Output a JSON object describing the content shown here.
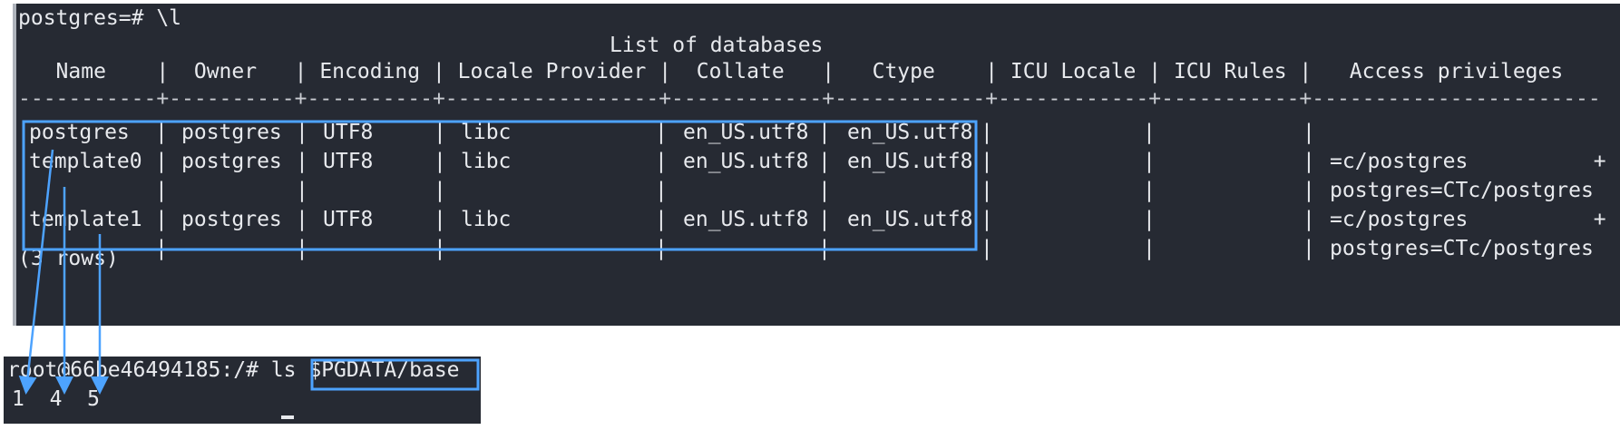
{
  "top_terminal": {
    "prompt_line": "postgres=# \\l",
    "caption": "List of databases",
    "header_line": "   Name    |  Owner   | Encoding | Locale Provider |  Collate   |   Ctype    | ICU Locale | ICU Rules |   Access privileges",
    "separator_line": "-----------+----------+----------+-----------------+------------+------------+------------+-----------+-----------------------",
    "rows": [
      {
        "name": "postgres",
        "owner": "postgres",
        "encoding": "UTF8",
        "provider": "libc",
        "collate": "en_US.utf8",
        "ctype": "en_US.utf8",
        "privileges": ""
      },
      {
        "name": "template0",
        "owner": "postgres",
        "encoding": "UTF8",
        "provider": "libc",
        "collate": "en_US.utf8",
        "ctype": "en_US.utf8",
        "privileges": "=c/postgres          +"
      },
      {
        "name": "",
        "owner": "",
        "encoding": "",
        "provider": "",
        "collate": "",
        "ctype": "",
        "privileges": "postgres=CTc/postgres"
      },
      {
        "name": "template1",
        "owner": "postgres",
        "encoding": "UTF8",
        "provider": "libc",
        "collate": "en_US.utf8",
        "ctype": "en_US.utf8",
        "privileges": "=c/postgres          +"
      },
      {
        "name": "",
        "owner": "",
        "encoding": "",
        "provider": "",
        "collate": "",
        "ctype": "",
        "privileges": "postgres=CTc/postgres"
      }
    ],
    "row_count": "(3 rows)"
  },
  "bottom_terminal": {
    "prompt": "root@66be46494185:/# ls ",
    "path": "$PGDATA/base",
    "output": [
      "1",
      "4",
      "5"
    ]
  },
  "colors": {
    "terminal_bg": "#262a33",
    "terminal_fg": "#e8eaee",
    "highlight": "#4da3ff"
  }
}
